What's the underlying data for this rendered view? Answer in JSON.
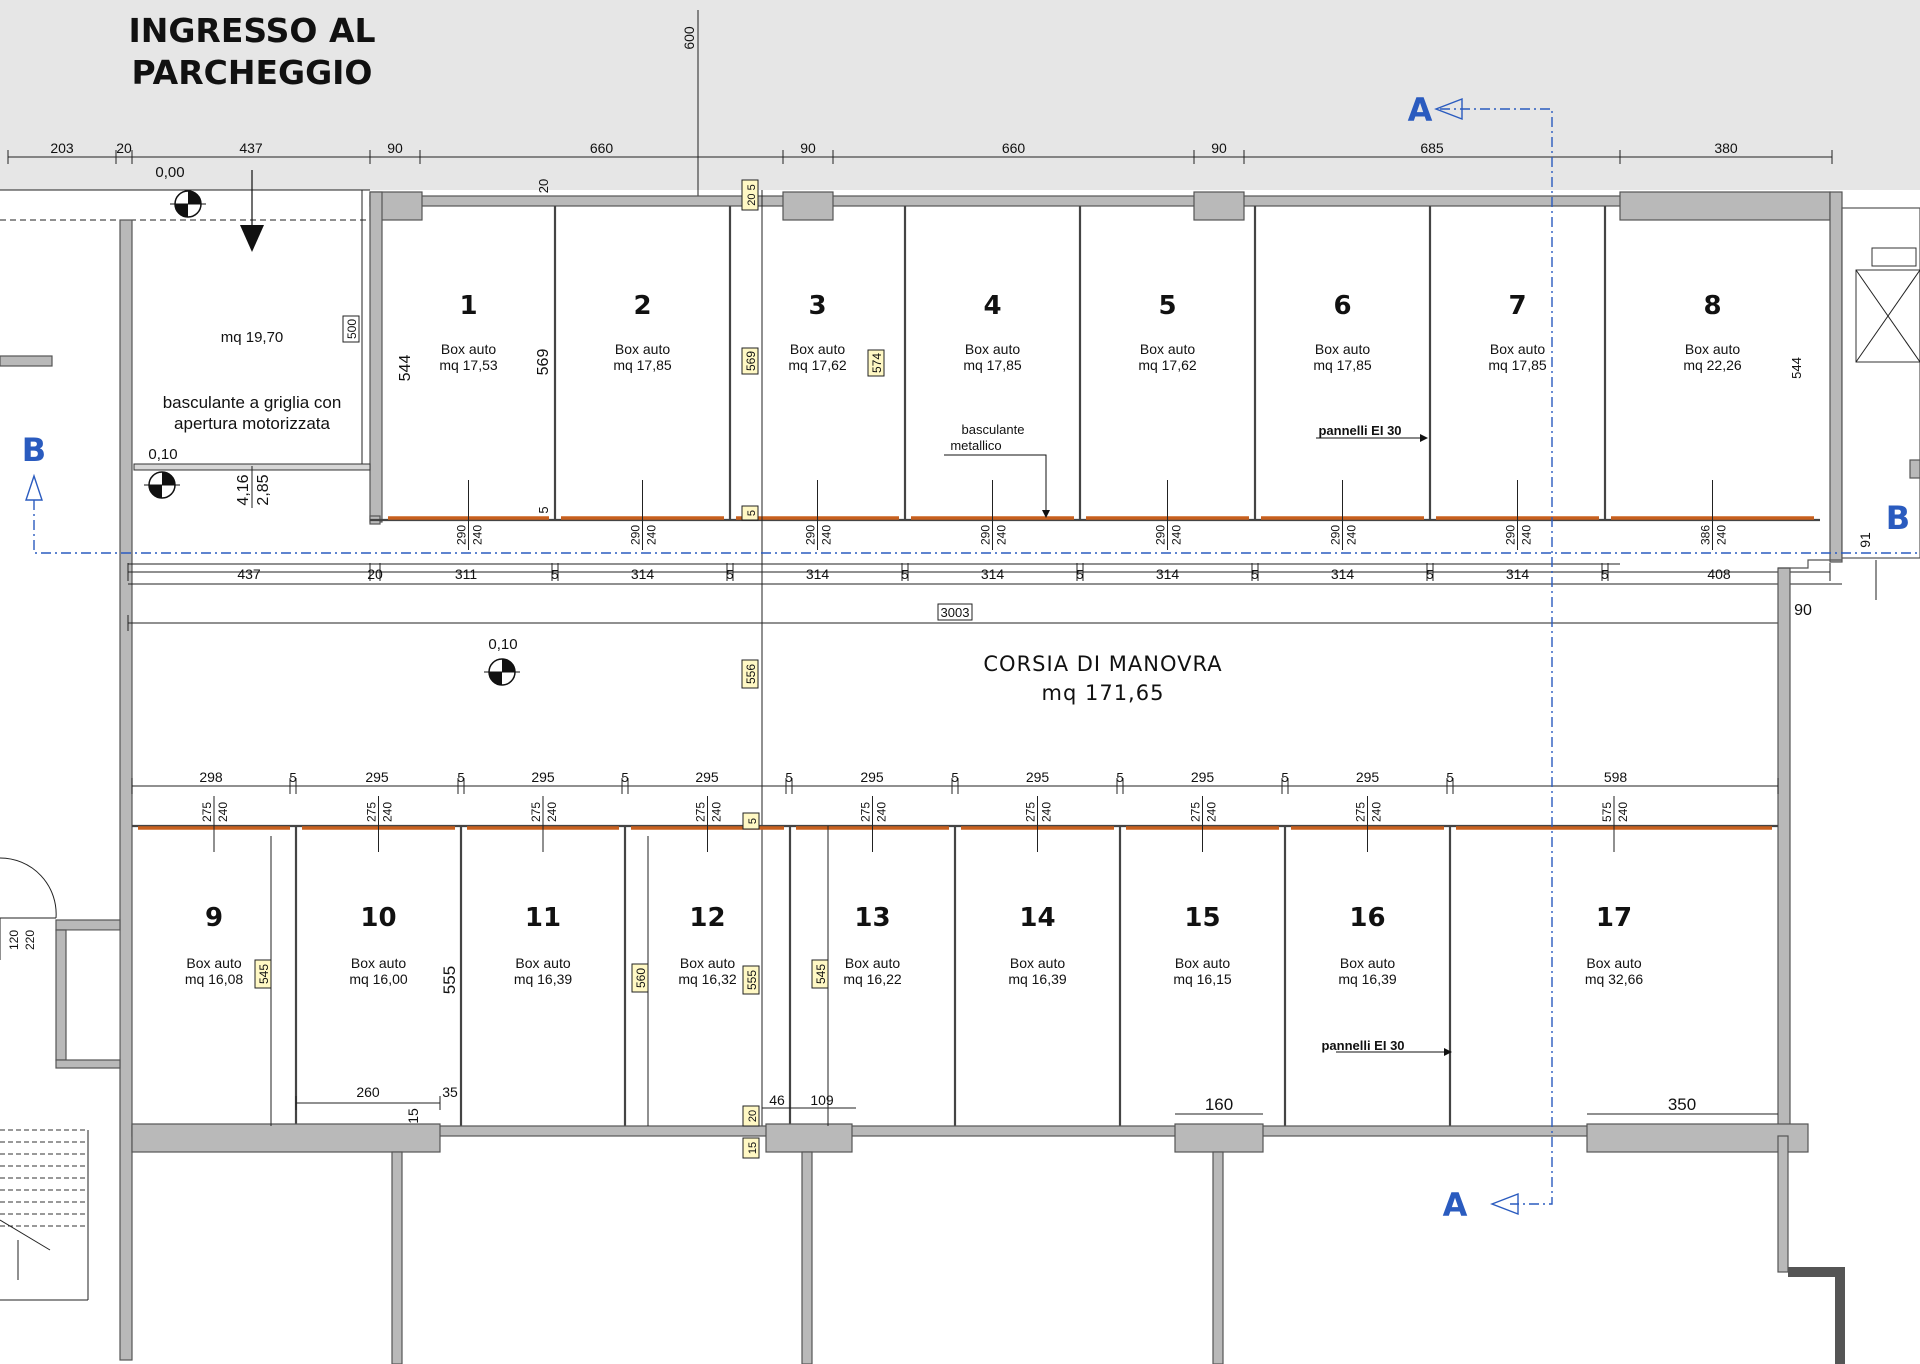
{
  "title": [
    "INGRESSO AL",
    "PARCHEGGIO"
  ],
  "entrance": {
    "area": "mq 19,70",
    "gate_note": [
      "basculante a griglia con",
      "apertura motorizzata"
    ],
    "level_top": "0,00",
    "level_gate": "0,10",
    "dim_500": "500",
    "dim_416": "4,16",
    "dim_285": "2,85"
  },
  "section_marks": {
    "a": "A",
    "b": "B"
  },
  "top_dims": [
    "203",
    "20",
    "437",
    "90",
    "660",
    "90",
    "660",
    "90",
    "685",
    "380"
  ],
  "dim_600": "600",
  "dim_20": "20",
  "upper_boxes": [
    {
      "num": "1",
      "label": "Box auto",
      "area": "mq 17,53",
      "door": [
        "290",
        "240"
      ]
    },
    {
      "num": "2",
      "label": "Box auto",
      "area": "mq 17,85",
      "door": [
        "290",
        "240"
      ]
    },
    {
      "num": "3",
      "label": "Box auto",
      "area": "mq 17,62",
      "door": [
        "290",
        "240"
      ]
    },
    {
      "num": "4",
      "label": "Box auto",
      "area": "mq 17,85",
      "door": [
        "290",
        "240"
      ]
    },
    {
      "num": "5",
      "label": "Box auto",
      "area": "mq 17,62",
      "door": [
        "290",
        "240"
      ]
    },
    {
      "num": "6",
      "label": "Box auto",
      "area": "mq 17,85",
      "door": [
        "290",
        "240"
      ]
    },
    {
      "num": "7",
      "label": "Box auto",
      "area": "mq 17,85",
      "door": [
        "290",
        "240"
      ]
    },
    {
      "num": "8",
      "label": "Box auto",
      "area": "mq 22,26",
      "door": [
        "386",
        "240"
      ]
    }
  ],
  "upper_row_dims": [
    "437",
    "20",
    "311",
    "5",
    "314",
    "5",
    "314",
    "5",
    "314",
    "5",
    "314",
    "5",
    "314",
    "5",
    "314",
    "5",
    "408"
  ],
  "upper_depths": {
    "left": "544",
    "b1": "569",
    "tag_a": "569",
    "tag_b": "574",
    "right": "544"
  },
  "notes": {
    "door_metal": [
      "basculante",
      "metallico"
    ],
    "panels": "pannelli EI 30"
  },
  "corridor": {
    "name": "CORSIA DI MANOVRA",
    "area": "mq 171,65",
    "length": "3003",
    "level": "0,10",
    "tag": "556",
    "side": "90",
    "dim_91": "91"
  },
  "lower_row_dims": [
    "298",
    "5",
    "295",
    "5",
    "295",
    "5",
    "295",
    "5",
    "295",
    "5",
    "295",
    "5",
    "295",
    "5",
    "295",
    "5",
    "598"
  ],
  "lower_boxes": [
    {
      "num": "9",
      "label": "Box auto",
      "area": "mq 16,08",
      "door": [
        "275",
        "240"
      ]
    },
    {
      "num": "10",
      "label": "Box auto",
      "area": "mq 16,00",
      "door": [
        "275",
        "240"
      ]
    },
    {
      "num": "11",
      "label": "Box auto",
      "area": "mq 16,39",
      "door": [
        "275",
        "240"
      ]
    },
    {
      "num": "12",
      "label": "Box auto",
      "area": "mq 16,32",
      "door": [
        "275",
        "240"
      ]
    },
    {
      "num": "13",
      "label": "Box auto",
      "area": "mq 16,22",
      "door": [
        "275",
        "240"
      ]
    },
    {
      "num": "14",
      "label": "Box auto",
      "area": "mq 16,39",
      "door": [
        "275",
        "240"
      ]
    },
    {
      "num": "15",
      "label": "Box auto",
      "area": "mq 16,15",
      "door": [
        "275",
        "240"
      ]
    },
    {
      "num": "16",
      "label": "Box auto",
      "area": "mq 16,39",
      "door": [
        "275",
        "240"
      ]
    },
    {
      "num": "17",
      "label": "Box auto",
      "area": "mq 32,66",
      "door": [
        "575",
        "240"
      ]
    }
  ],
  "lower_tags": {
    "t545a": "545",
    "t560": "560",
    "t555": "555",
    "t545b": "545",
    "d555": "555",
    "t5": "5",
    "t20": "20",
    "t15": "15",
    "t20b": "20",
    "t5b": "5"
  },
  "bottom_dims": {
    "d260": "260",
    "d35": "35",
    "d15": "15",
    "d46": "46",
    "d109": "109",
    "d160": "160",
    "d350": "350",
    "d120": "120",
    "d220": "220"
  },
  "colors": {
    "wall": "#b9b9b9",
    "door": "#c8601e",
    "section": "#2a5bbf",
    "tag": "#fff8c4",
    "street": "#e6e6e6"
  }
}
